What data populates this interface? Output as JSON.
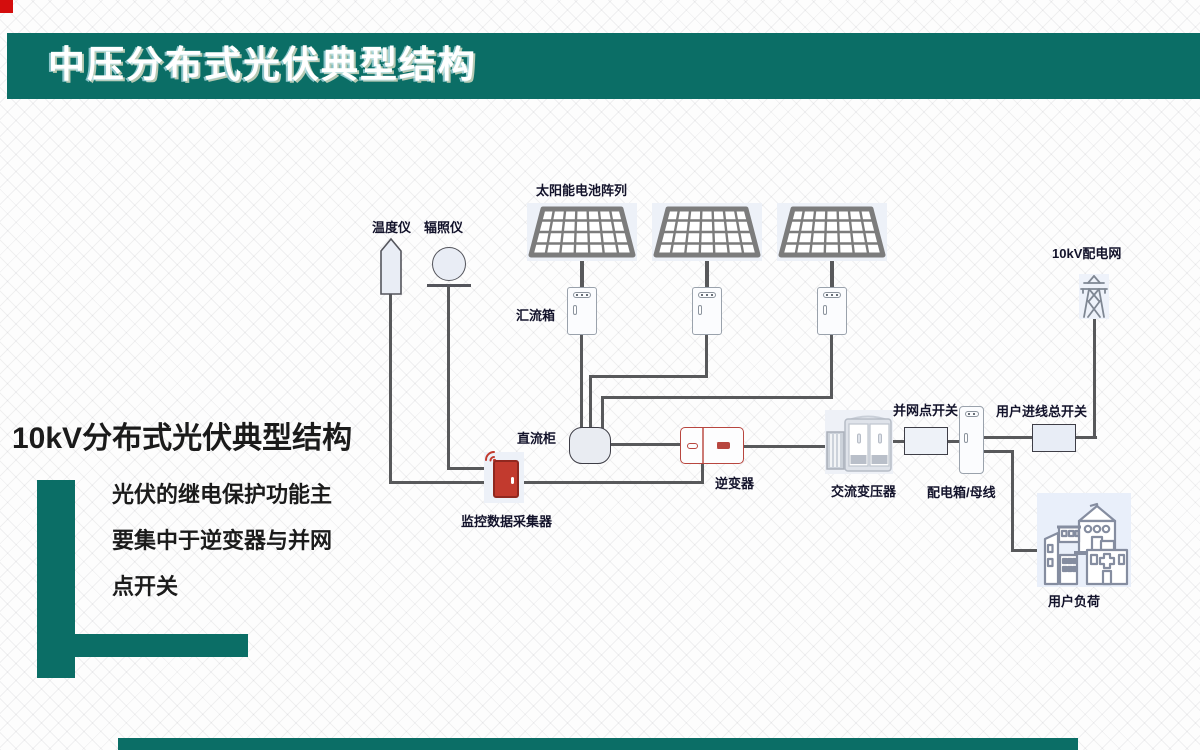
{
  "slide": {
    "header": {
      "title": "中压分布式光伏典型结构"
    },
    "left_panel": {
      "heading": "10kV分布式光伏典型结构",
      "body_line1": "光伏的继电保护功能主",
      "body_line2": "要集中于逆变器与并网",
      "body_line3": "点开关"
    },
    "colors": {
      "accent_teal": "#0b6e66",
      "corner_red": "#d40d0d",
      "connector_gray": "#58595b",
      "inverter_red": "#b8463f",
      "monitor_red": "#c23a2e"
    }
  },
  "diagram": {
    "labels": {
      "temperature_meter": "温度仪",
      "irradiance_meter": "辐照仪",
      "solar_array": "太阳能电池阵列",
      "combiner_box": "汇流箱",
      "dc_cabinet": "直流柜",
      "monitor_collector": "监控数据采集器",
      "inverter": "逆变器",
      "ac_transformer": "交流变压器",
      "grid_point_switch": "并网点开关",
      "distribution_box": "配电箱/母线",
      "user_main_switch": "用户进线总开关",
      "grid_10kv": "10kV配电网",
      "user_load": "用户负荷"
    },
    "icons": {
      "temperature_probe": "pentagon-probe",
      "irradiance_meter": "circle-on-stand",
      "solar_panel": "grid-trapezoid",
      "combiner_box": "cabinet",
      "dc_cabinet": "rounded-box",
      "monitor": "red-door-with-wifi",
      "inverter": "red-outline-box",
      "transformer": "cabinet-with-radiator",
      "grid": "transmission-tower",
      "load": "buildings"
    }
  }
}
